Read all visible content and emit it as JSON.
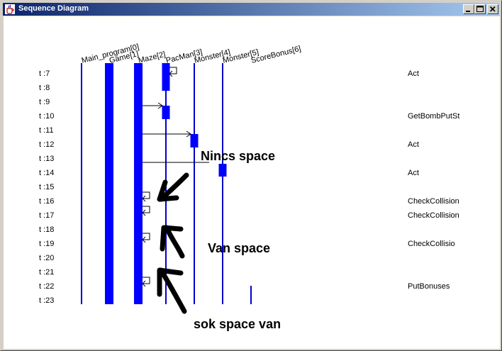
{
  "window": {
    "title": "Sequence Diagram",
    "buttons": {
      "minimize": "minimize",
      "maximize": "maximize",
      "close": "close"
    }
  },
  "colors": {
    "lifeline": "#0000cc",
    "activation": "#0000ff",
    "arrow": "#000000",
    "ink": "#000000",
    "titlebar_start": "#0a246a",
    "titlebar_end": "#a6caf0"
  },
  "diagram": {
    "participants": [
      "Main_program[0]",
      "Game[1]",
      "Maze[2]",
      "PacMan[3]",
      "Monster[4]",
      "Monster[5]",
      "ScoreBonus[6]"
    ],
    "time_labels": [
      "t :7",
      "t :8",
      "t :9",
      "t :10",
      "t :11",
      "t :12",
      "t :13",
      "t :14",
      "t :15",
      "t :16",
      "t :17",
      "t :18",
      "t :19",
      "t :20",
      "t :21",
      "t :22",
      "t :23"
    ],
    "method_labels": [
      {
        "t": 7,
        "text": "Act"
      },
      {
        "t": 10,
        "text": "GetBombPutSt"
      },
      {
        "t": 12,
        "text": "Act"
      },
      {
        "t": 14,
        "text": "Act"
      },
      {
        "t": 16,
        "text": "CheckCollision"
      },
      {
        "t": 17,
        "text": "CheckCollision"
      },
      {
        "t": 19,
        "text": "CheckCollisio"
      },
      {
        "t": 22,
        "text": "PutBonuses"
      }
    ],
    "annotations": [
      "Nincs space",
      "Van space",
      "sok space van"
    ]
  }
}
